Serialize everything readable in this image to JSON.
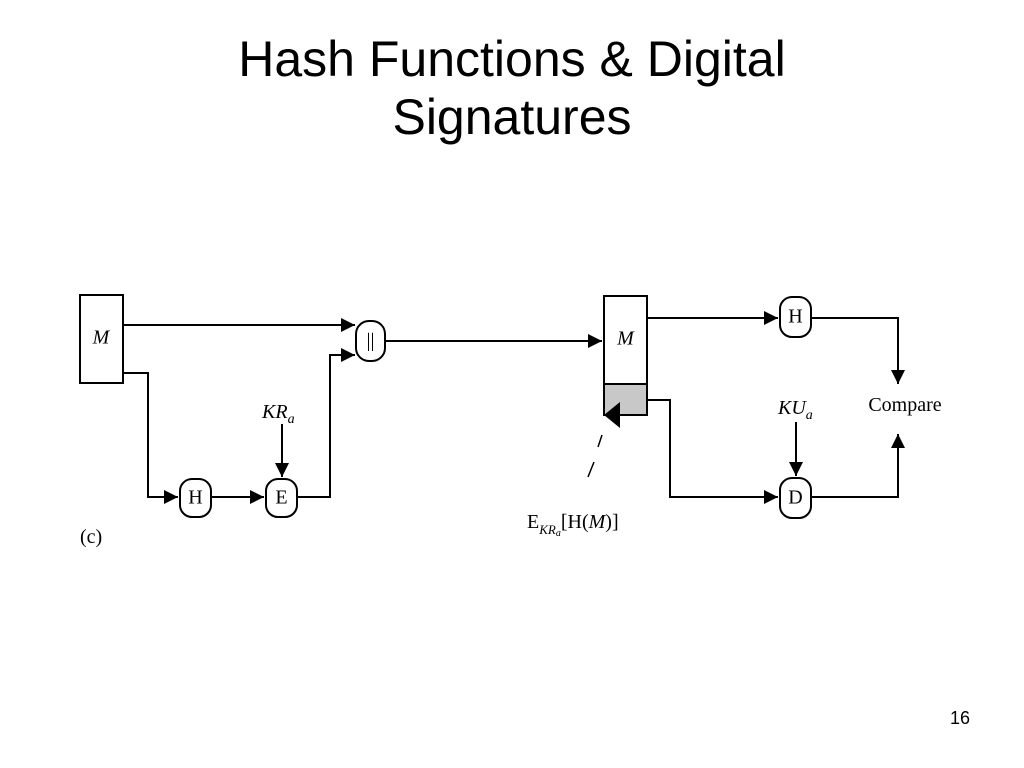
{
  "slide": {
    "title_line1": "Hash Functions & Digital",
    "title_line2": "Signatures",
    "page_number": "16"
  },
  "diagram": {
    "caption": "(c)",
    "sender": {
      "message": "M",
      "hash": "H",
      "encrypt": "E",
      "concat": "||",
      "key_base": "KR",
      "key_sub": "a"
    },
    "receiver": {
      "message": "M",
      "hash": "H",
      "decrypt": "D",
      "compare": "Compare",
      "key_base": "KU",
      "key_sub": "a"
    },
    "signature_label": {
      "prefix": "E",
      "sub_base": "KR",
      "sub_sub": "a",
      "open": "[H(",
      "arg": "M",
      "close": ")]"
    }
  },
  "colors": {
    "line": "#000000",
    "signature_fill": "#c8c8c8"
  }
}
